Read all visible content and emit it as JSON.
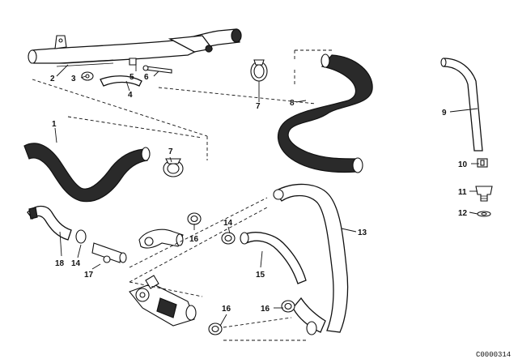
{
  "diagram": {
    "drawing_code": "C0000314",
    "callouts": [
      {
        "id": "c1",
        "text": "1"
      },
      {
        "id": "c2",
        "text": "2"
      },
      {
        "id": "c3",
        "text": "3"
      },
      {
        "id": "c4",
        "text": "4"
      },
      {
        "id": "c5",
        "text": "5"
      },
      {
        "id": "c6",
        "text": "6"
      },
      {
        "id": "c7a",
        "text": "7"
      },
      {
        "id": "c7b",
        "text": "7"
      },
      {
        "id": "c8",
        "text": "8"
      },
      {
        "id": "c9",
        "text": "9"
      },
      {
        "id": "c10",
        "text": "10"
      },
      {
        "id": "c11",
        "text": "11"
      },
      {
        "id": "c12",
        "text": "12"
      },
      {
        "id": "c13",
        "text": "13"
      },
      {
        "id": "c14a",
        "text": "14"
      },
      {
        "id": "c14b",
        "text": "14"
      },
      {
        "id": "c15",
        "text": "15"
      },
      {
        "id": "c16a",
        "text": "16"
      },
      {
        "id": "c16b",
        "text": "16"
      },
      {
        "id": "c16c",
        "text": "16"
      },
      {
        "id": "c17",
        "text": "17"
      },
      {
        "id": "c18",
        "text": "18"
      }
    ]
  }
}
